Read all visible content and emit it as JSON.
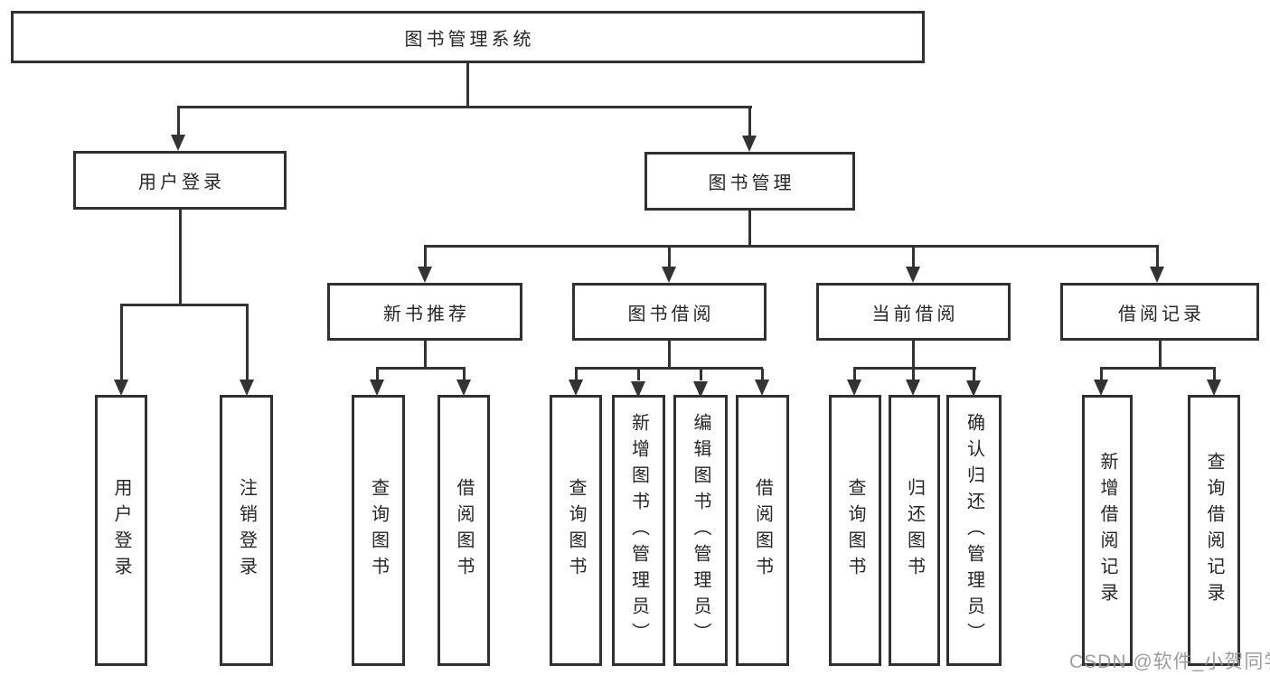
{
  "colors": {
    "line": "#333333",
    "box_border": "#303030",
    "text": "#262626",
    "watermark": "#969696",
    "background": "#ffffff"
  },
  "watermark": {
    "text": "CSDN @软件_小贺同学"
  },
  "tree": {
    "root": {
      "label": "图书管理系统",
      "children": [
        {
          "label": "用户登录",
          "children": [
            {
              "label": "用户登录"
            },
            {
              "label": "注销登录"
            }
          ]
        },
        {
          "label": "图书管理",
          "children": [
            {
              "label": "新书推荐",
              "children": [
                {
                  "label": "查询图书"
                },
                {
                  "label": "借阅图书"
                }
              ]
            },
            {
              "label": "图书借阅",
              "children": [
                {
                  "label": "查询图书"
                },
                {
                  "label": "新增图书（管理员）"
                },
                {
                  "label": "编辑图书（管理员）"
                },
                {
                  "label": "借阅图书"
                }
              ]
            },
            {
              "label": "当前借阅",
              "children": [
                {
                  "label": "查询图书"
                },
                {
                  "label": "归还图书"
                },
                {
                  "label": "确认归还（管理员）"
                }
              ]
            },
            {
              "label": "借阅记录",
              "children": [
                {
                  "label": "新增借阅记录"
                },
                {
                  "label": "查询借阅记录"
                }
              ]
            }
          ]
        }
      ]
    }
  }
}
